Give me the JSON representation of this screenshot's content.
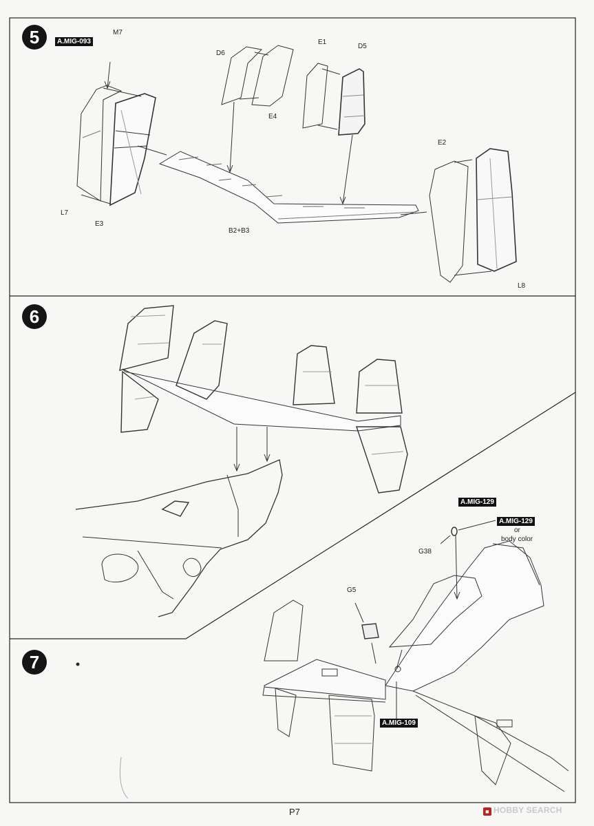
{
  "steps": [
    "5",
    "6",
    "7"
  ],
  "step5": {
    "paint_m7": "A.MIG-093",
    "labels": {
      "m7": "M7",
      "d6": "D6",
      "e1": "E1",
      "d5": "D5",
      "e4": "E4",
      "l7": "L7",
      "e3": "E3",
      "b2b3": "B2+B3",
      "e2": "E2",
      "l8": "L8"
    }
  },
  "step7": {
    "paint_1": "A.MIG-129",
    "paint_2": "A.MIG-129",
    "or_text": "or",
    "body_color": "body color",
    "paint_3": "A.MIG-109",
    "labels": {
      "g38": "G38",
      "g5": "G5"
    }
  },
  "footer": {
    "page": "P7",
    "watermark": "HOBBY SEARCH",
    "watermark_icon": "hobby-search-logo-icon"
  }
}
